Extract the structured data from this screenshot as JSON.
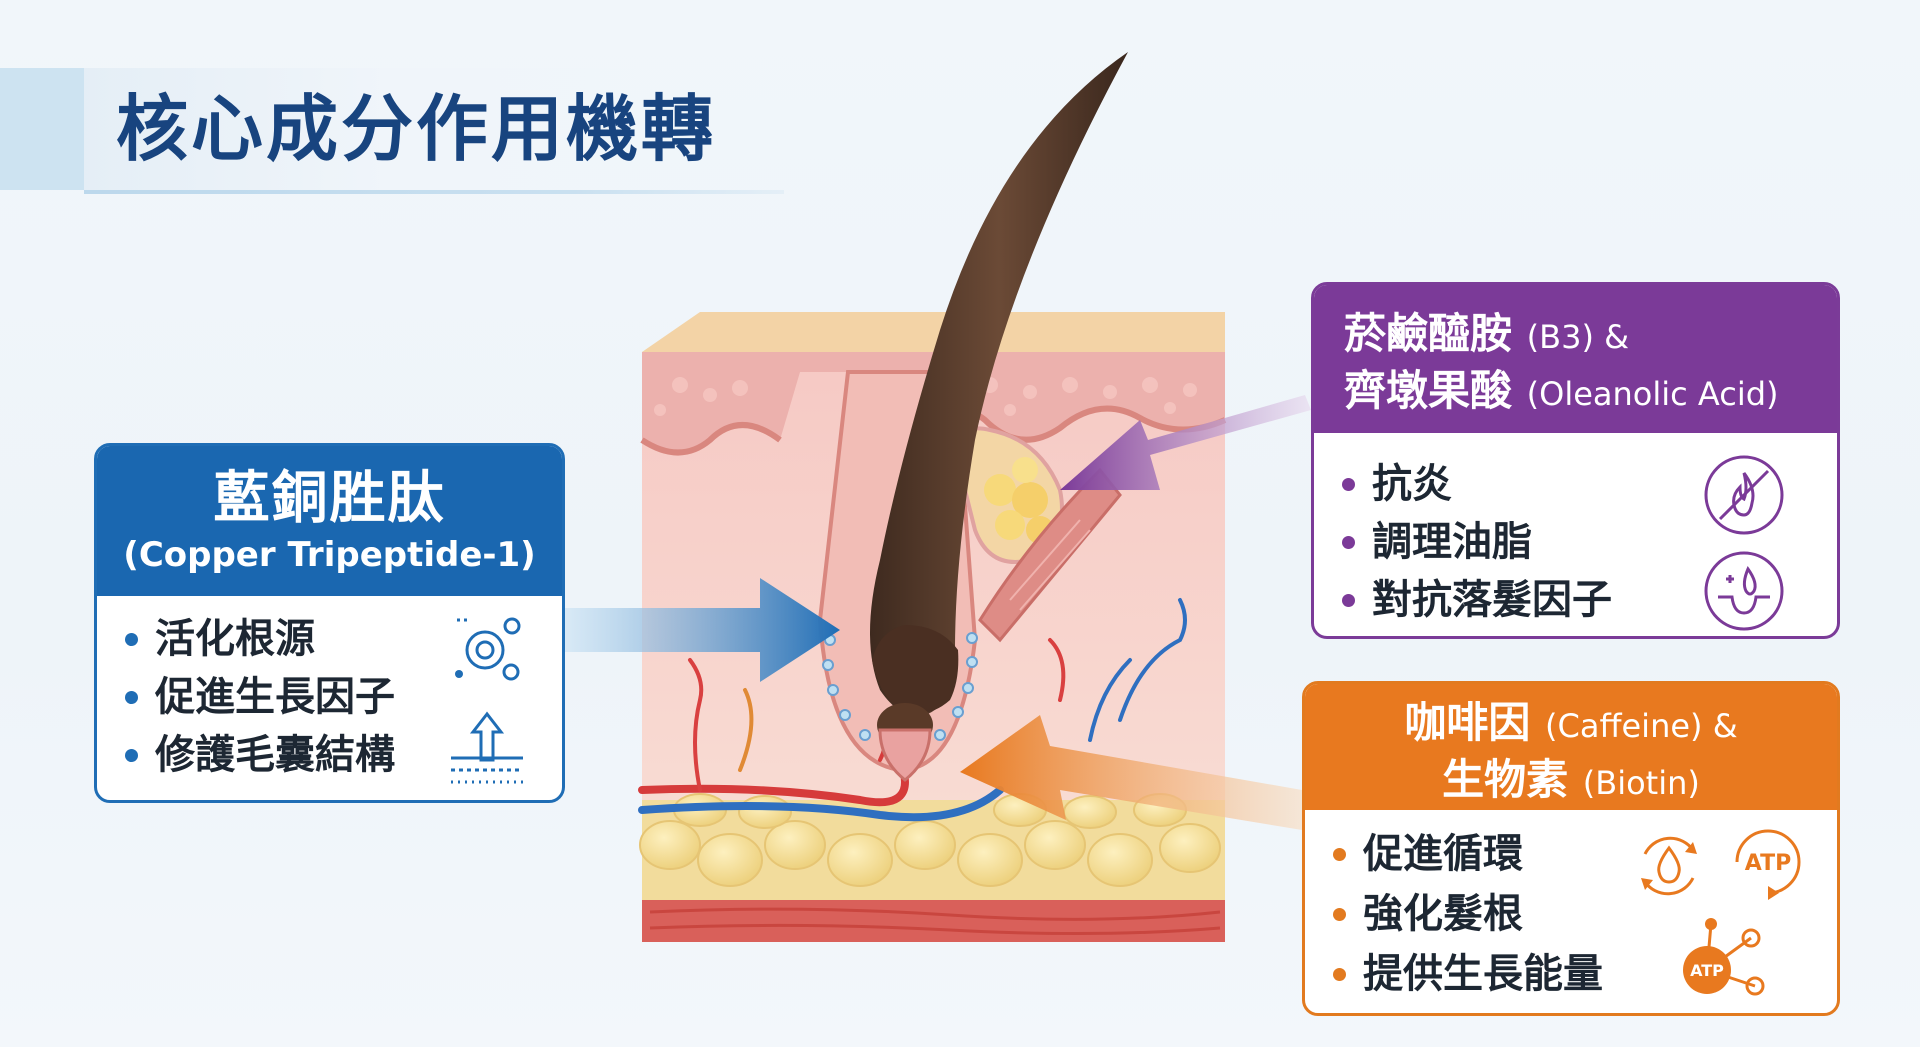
{
  "title": "核心成分作用機轉",
  "copper": {
    "name": "藍銅胜肽",
    "english": "(Copper Tripeptide-1)",
    "benefits": [
      "活化根源",
      "促進生長因子",
      "修護毛囊結構"
    ]
  },
  "niacinamide": {
    "line1_cn": "菸鹼醯胺",
    "line1_en": "(B3) &",
    "line2_cn": "齊墩果酸",
    "line2_en": "(Oleanolic Acid)",
    "benefits": [
      "抗炎",
      "調理油脂",
      "對抗落髮因子"
    ]
  },
  "caffeine": {
    "line1_cn": "咖啡因",
    "line1_en": "(Caffeine) &",
    "line2_cn": "生物素",
    "line2_en": "(Biotin)",
    "benefits": [
      "促進循環",
      "強化髮根",
      "提供生長能量"
    ],
    "atp_label": "ATP"
  },
  "colors": {
    "title": "#18447f",
    "blue": "#1a67b0",
    "purple": "#7b3a98",
    "orange": "#e8791f"
  },
  "icons": {
    "copper": [
      "cell-growth-icon",
      "follicle-repair-icon"
    ],
    "niacinamide": [
      "no-inflammation-icon",
      "oil-control-icon"
    ],
    "caffeine": [
      "circulation-icon",
      "atp-energy-icon",
      "atp-molecule-icon"
    ]
  }
}
